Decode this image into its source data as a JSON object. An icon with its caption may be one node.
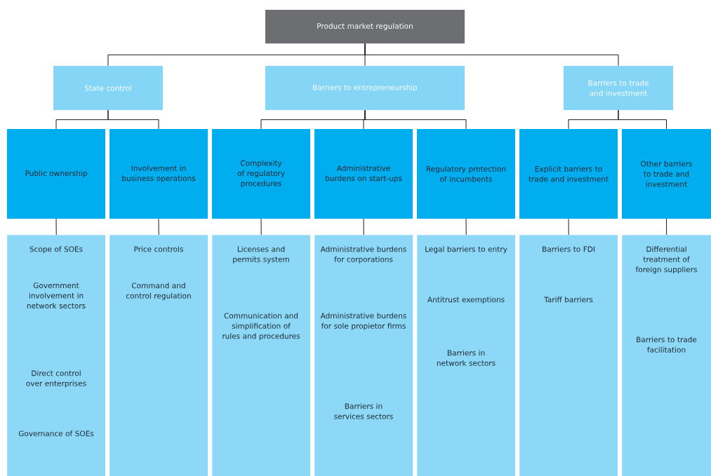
{
  "diagram": {
    "nodes": [
      {
        "text": [
          "Product market regulation"
        ]
      },
      {
        "text": [
          "State control"
        ]
      },
      {
        "text": [
          "Barriers to entrepreneurship"
        ]
      },
      {
        "text": [
          "Barriers to trade and investment"
        ]
      },
      {
        "text": [
          "Public ownership"
        ]
      },
      {
        "text": [
          "Involvement in business operations"
        ]
      },
      {
        "text": [
          "Complexity of regulatory procedures"
        ]
      },
      {
        "text": [
          "Administrative burdens on start-ups"
        ]
      },
      {
        "text": [
          "Regulatory protection of incumbents"
        ]
      },
      {
        "text": [
          "Explicit barriers to trade and investment"
        ]
      },
      {
        "text": [
          "Other barriers to trade and investment"
        ]
      },
      {
        "text": [
          "Scope of SOEs",
          "Government involvement in network sectors",
          "Direct control over enterprises",
          "Governance of SOEs"
        ]
      },
      {
        "text": [
          "Price controls",
          "Command and control regulation"
        ]
      },
      {
        "text": [
          "Licenses and permits system",
          "Communication and simplification of rules and procedures"
        ]
      },
      {
        "text": [
          "Administrative burdens for corporations",
          "Administrative burdens for sole propietor firms",
          "Barriers in services sectors"
        ]
      },
      {
        "text": [
          "Legal barriers to entry",
          "Antitrust exemptions",
          "Barriers in network sectors"
        ]
      },
      {
        "text": [
          "Barriers to FDI",
          "Tariff barriers"
        ]
      },
      {
        "text": [
          "Differential treatment of foreign suppliers",
          "Barriers to trade facilitation"
        ]
      }
    ],
    "edges": [
      {
        "from": 0,
        "to": 1,
        "arrow": "none"
      },
      {
        "from": 0,
        "to": 2,
        "arrow": "none"
      },
      {
        "from": 0,
        "to": 3,
        "arrow": "none"
      },
      {
        "from": 1,
        "to": 4,
        "arrow": "none"
      },
      {
        "from": 1,
        "to": 5,
        "arrow": "none"
      },
      {
        "from": 2,
        "to": 6,
        "arrow": "none"
      },
      {
        "from": 2,
        "to": 7,
        "arrow": "none"
      },
      {
        "from": 2,
        "to": 8,
        "arrow": "none"
      },
      {
        "from": 3,
        "to": 9,
        "arrow": "none"
      },
      {
        "from": 3,
        "to": 10,
        "arrow": "none"
      },
      {
        "from": 4,
        "to": 11,
        "arrow": "none"
      },
      {
        "from": 5,
        "to": 12,
        "arrow": "none"
      },
      {
        "from": 6,
        "to": 13,
        "arrow": "none"
      },
      {
        "from": 7,
        "to": 14,
        "arrow": "none"
      },
      {
        "from": 8,
        "to": 15,
        "arrow": "none"
      },
      {
        "from": 9,
        "to": 16,
        "arrow": "none"
      },
      {
        "from": 10,
        "to": 17,
        "arrow": "none"
      }
    ]
  }
}
